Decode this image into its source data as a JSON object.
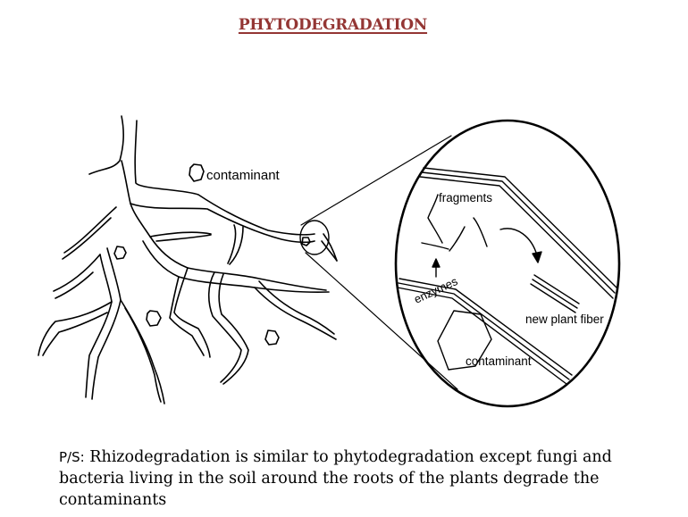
{
  "title": "PHYTODEGRADATION",
  "labels": {
    "contaminant_main": "contaminant",
    "fragments": "fragments",
    "enzymes": "enzymes",
    "new_plant_fiber": "new plant fiber",
    "contaminant_inset": "contaminant"
  },
  "note": {
    "prefix": "P/S:",
    "text": "Rhizodegradation is similar to phytodegradation except fungi and bacteria  living in the soil  around the roots of the plants degrade the contaminants"
  }
}
